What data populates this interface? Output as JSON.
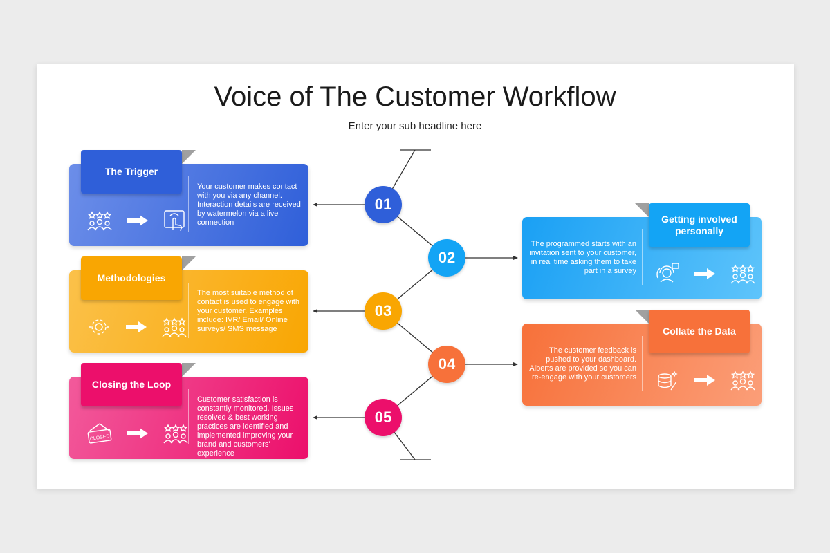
{
  "title": "Voice of The Customer Workflow",
  "subtitle": "Enter your sub headline here",
  "colors": {
    "blue": "#2f5fd9",
    "yellow": "#f9a602",
    "pink": "#ec0f6b",
    "cyan": "#13a4f5",
    "orange": "#f7713a"
  },
  "steps": [
    {
      "number": "01",
      "title": "The Trigger",
      "text": "Your customer makes contact with you via any channel. Interaction details are received by watermelon via a live connection",
      "icons": [
        "customers-rating-icon",
        "arrow-right-icon",
        "touch-screen-icon"
      ]
    },
    {
      "number": "02",
      "title": "Getting involved personally",
      "text": "The programmed starts with an invitation sent to your customer, in real time asking them to take part in a survey",
      "icons": [
        "customer-support-icon",
        "arrow-right-icon",
        "customers-rating-icon"
      ]
    },
    {
      "number": "03",
      "title": "Methodologies",
      "text": "The most suitable method of contact is used to engage with your customer. Examples include: IVR/ Email/ Online surveys/ SMS message",
      "icons": [
        "gear-icon",
        "arrow-right-icon",
        "customers-rating-icon"
      ]
    },
    {
      "number": "04",
      "title": "Collate the Data",
      "text": "The customer feedback is pushed to your dashboard. Alberts are provided so you can re-engage with your customers",
      "icons": [
        "database-clean-icon",
        "arrow-right-icon",
        "customers-rating-icon"
      ]
    },
    {
      "number": "05",
      "title": "Closing the Loop",
      "text": "Customer satisfaction is constantly monitored. Issues resolved & best working practices are identified and implemented improving your brand and customers' experience",
      "closed_sign": "CLOSED",
      "icons": [
        "closed-sign-icon",
        "arrow-right-icon",
        "customers-rating-icon"
      ]
    }
  ]
}
